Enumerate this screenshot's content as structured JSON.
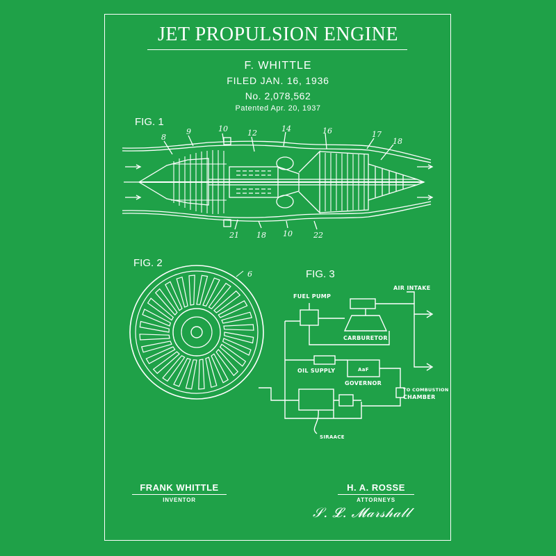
{
  "colors": {
    "background": "#1fa148",
    "ink": "#ffffff"
  },
  "title": "JET PROPULSION ENGINE",
  "header": {
    "inventor": "F. WHITTLE",
    "filed": "FILED JAN. 16, 1936",
    "number": "No. 2,078,562",
    "patented": "Patented Apr. 20, 1937"
  },
  "fig1": {
    "label": "FIG. 1",
    "top_callouts": [
      "8",
      "9",
      "10",
      "12",
      "14",
      "16",
      "17",
      "18"
    ],
    "bottom_callouts": [
      "21",
      "18",
      "10",
      "22"
    ]
  },
  "fig2": {
    "label": "FIG. 2",
    "callout": "6"
  },
  "fig3": {
    "label": "FIG. 3",
    "fuel_pump": "FUEL PUMP",
    "air_intake": "AIR INTAKE",
    "carburetor": "CARBURETOR",
    "oil_supply": "OIL SUPPLY",
    "governor": "GOVERNOR",
    "governor_tag": "AaF",
    "to_combustion": "TO COMBUSTION",
    "chamber": "CHAMBER",
    "siraace": "SIRAACE"
  },
  "signatures": {
    "inventor_name": "FRANK WHITTLE",
    "inventor_role": "INVENTOR",
    "attorney_name": "H. A. ROSSE",
    "attorney_role": "ATTORNEYS"
  }
}
